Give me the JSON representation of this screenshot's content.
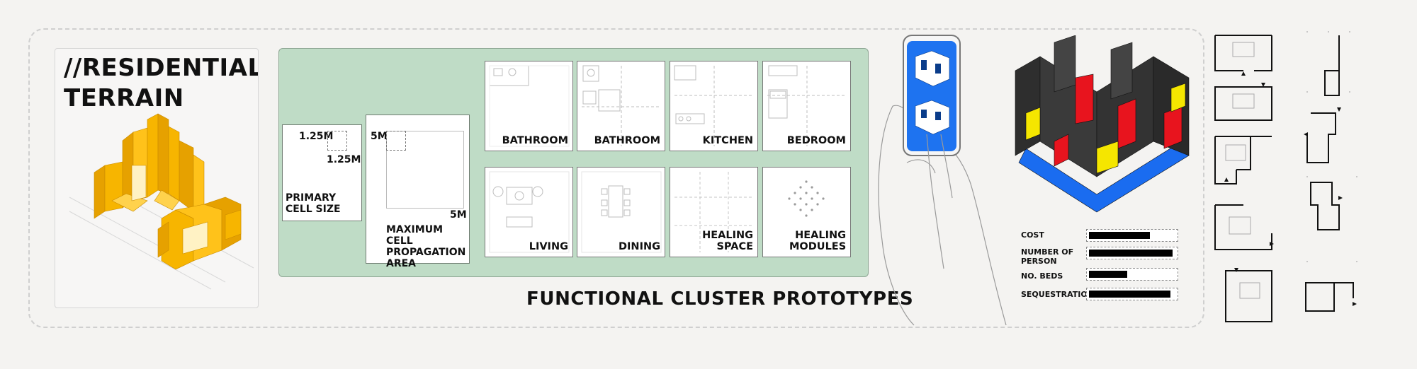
{
  "residential": {
    "line1": "//RESIDENTIAL",
    "line2": "TERRAIN",
    "accent": "#f7b500"
  },
  "cells": {
    "primary": {
      "dim_top": "1.25M",
      "dim_right": "1.25M",
      "label": "PRIMARY CELL SIZE"
    },
    "maximum": {
      "dim_top": "5M",
      "dim_right": "5M",
      "label": "MAXIMUM CELL PROPAGATION AREA"
    }
  },
  "prototypes": [
    {
      "label": "BATHROOM",
      "icon": "bathroom-plan-icon"
    },
    {
      "label": "BATHROOM",
      "icon": "bathroom-plan-icon"
    },
    {
      "label": "KITCHEN",
      "icon": "kitchen-plan-icon"
    },
    {
      "label": "BEDROOM",
      "icon": "bedroom-plan-icon"
    },
    {
      "label": "LIVING",
      "icon": "living-plan-icon"
    },
    {
      "label": "DINING",
      "icon": "dining-plan-icon"
    },
    {
      "label": "HEALING SPACE",
      "icon": "healing-space-plan-icon"
    },
    {
      "label": "HEALING MODULES",
      "icon": "healing-modules-icon"
    }
  ],
  "section_title": "FUNCTIONAL CLUSTER PROTOTYPES",
  "metrics": [
    {
      "label": "COST",
      "value": 0.72
    },
    {
      "label": "NUMBER OF PERSON",
      "value": 0.98
    },
    {
      "label": "NO. BEDS",
      "value": 0.45
    },
    {
      "label": "SEQUESTRATION",
      "value": 0.96
    }
  ],
  "colors": {
    "panel": "#bfdcc6",
    "phone_screen": "#1e73f0",
    "axon_red": "#e8141e",
    "axon_yellow": "#f5e600",
    "axon_blue": "#1a6cf0"
  }
}
